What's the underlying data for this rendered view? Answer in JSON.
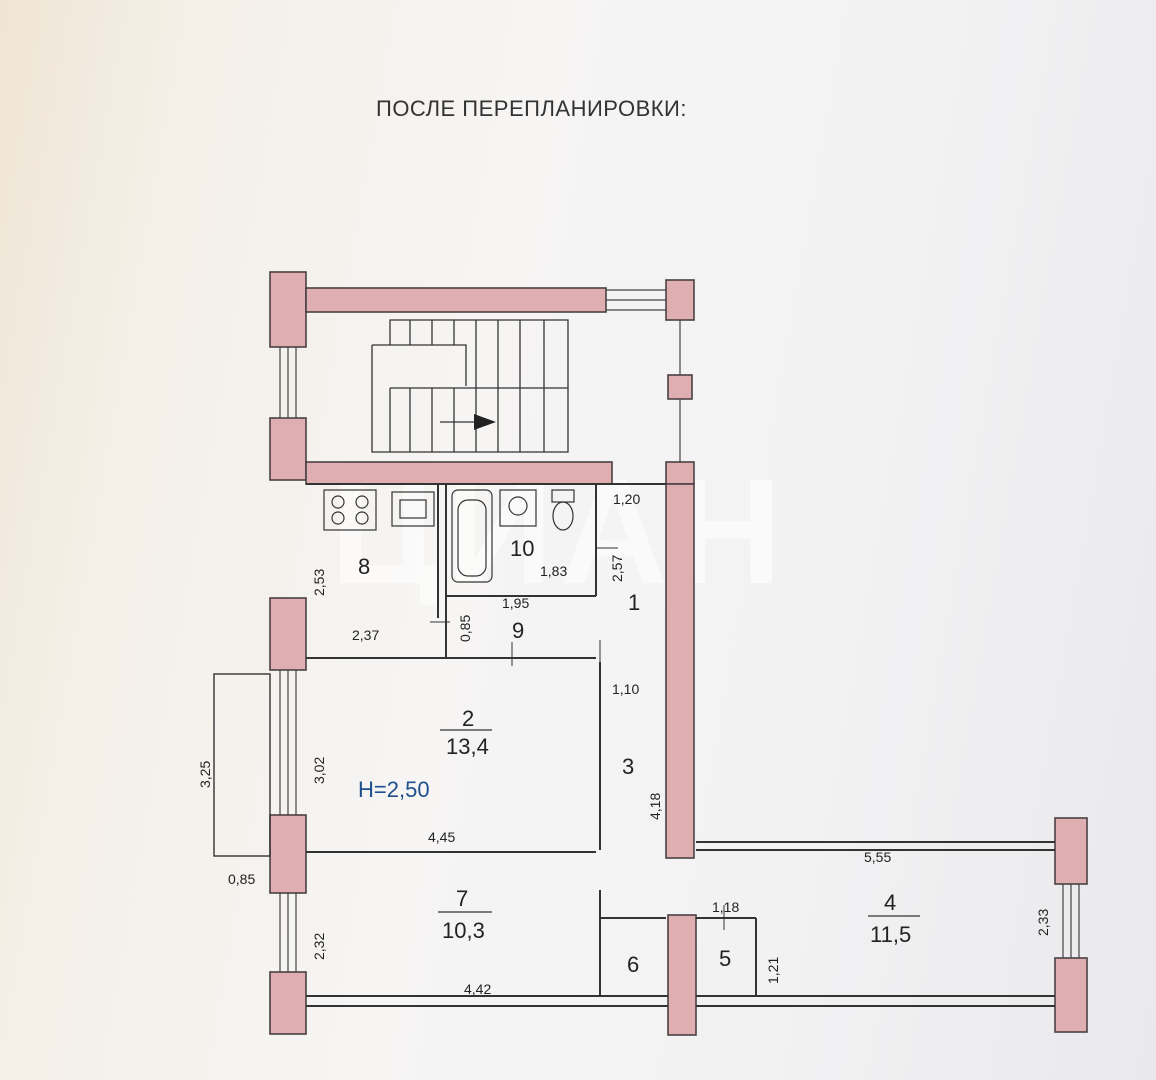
{
  "heading": "ПОСЛЕ ПЕРЕПЛАНИРОВКИ:",
  "watermark": "ЦИАН",
  "ceiling_height": "H=2,50",
  "rooms": [
    {
      "number": "1",
      "area": ""
    },
    {
      "number": "2",
      "area": "13,4"
    },
    {
      "number": "3",
      "area": ""
    },
    {
      "number": "4",
      "area": "11,5"
    },
    {
      "number": "5",
      "area": ""
    },
    {
      "number": "6",
      "area": ""
    },
    {
      "number": "7",
      "area": "10,3"
    },
    {
      "number": "8",
      "area": ""
    },
    {
      "number": "9",
      "area": ""
    },
    {
      "number": "10",
      "area": ""
    }
  ],
  "dimensions": {
    "kitchen_height": "2,53",
    "kitchen_width": "2,37",
    "niche_depth": "0,85",
    "corridor_width": "1,95",
    "bath_width": "1,83",
    "bath_height": "2,57",
    "hall_width": "1,20",
    "passage_width": "1,10",
    "corridor_length": "4,18",
    "balcony_length": "3,25",
    "balcony_depth": "0,85",
    "room2_height": "3,02",
    "room2_width": "4,45",
    "room7_height": "2,32",
    "room7_width": "4,42",
    "room4_width": "5,55",
    "room4_height": "2,33",
    "room5_width": "1,18",
    "room5_height": "1,21"
  },
  "colors": {
    "wall_fill": "#dfaeb0",
    "wall_stroke": "#4a4043",
    "height_text": "#1f4f8f"
  }
}
